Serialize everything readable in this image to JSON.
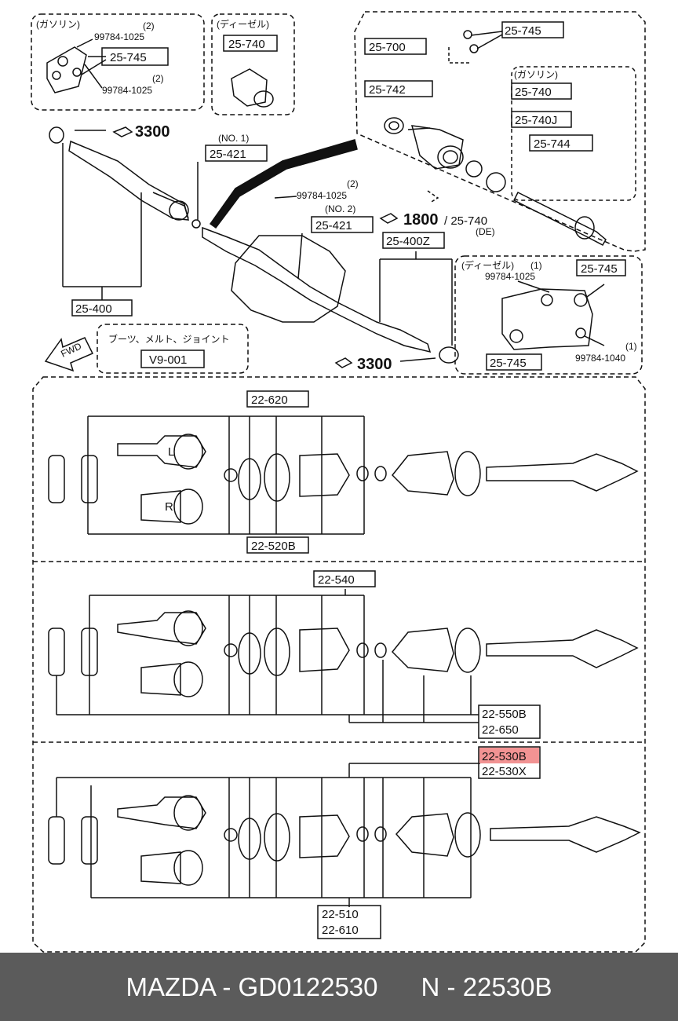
{
  "labels": {
    "gasoline": "(ガソリン)",
    "diesel": "(ディーゼル)",
    "gasoline2": "(ガソリン)",
    "diesel2": "(ディーゼル)",
    "qty2a": "(2)",
    "qty2b": "(2)",
    "qty2c": "(2)",
    "qty1a": "(1)",
    "qty1b": "(1)",
    "no1": "(NO. 1)",
    "no2": "(NO. 2)",
    "de": "(DE)",
    "fwd": "FWD",
    "boots": "ブーツ、メルト、ジョイント",
    "bolt1": "99784-1025",
    "bolt2": "99784-1025",
    "bolt3": "99784-1025",
    "bolt4": "99784-1025",
    "bolt5": "99784-1040",
    "p25745a": "25-745",
    "p25740a": "25-740",
    "p25745b": "25-745",
    "p25700": "25-700",
    "p25742": "25-742",
    "p25740b": "25-740",
    "p25740j": "25-740J",
    "p25744": "25-744",
    "p3300a": "3300",
    "p25421a": "25-421",
    "p25421b": "25-421",
    "p1800": "1800",
    "p25740de": "/ 25-740",
    "p25400z": "25-400Z",
    "p25745c": "25-745",
    "p25745d": "25-745",
    "p25400": "25-400",
    "pv9001": "V9-001",
    "p3300b": "3300",
    "p22620": "22-620",
    "p22520b": "22-520B",
    "p22540": "22-540",
    "p22550b": "22-550B",
    "p22650": "22-650",
    "p22530b": "22-530B",
    "p22530x": "22-530X",
    "p22510": "22-510",
    "p22610": "22-610",
    "L": "L",
    "R": "R"
  },
  "footer": {
    "brand_part": "MAZDA - GD0122530",
    "number": "N - 22530B"
  },
  "colors": {
    "highlight": "#f08080",
    "footer_bg": "#5b5b5b"
  }
}
